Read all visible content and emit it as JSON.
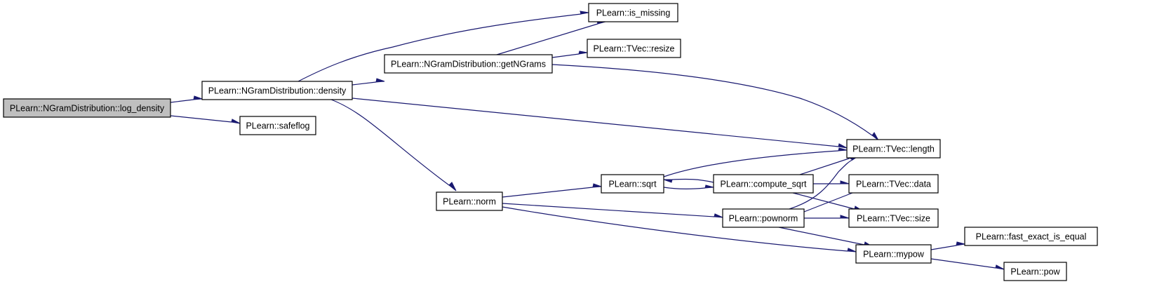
{
  "diagram": {
    "type": "call-graph",
    "colors": {
      "edge": "#191970",
      "node_border": "#000000",
      "node_fill": "#ffffff",
      "root_fill": "#bfbfbf",
      "text": "#000000"
    },
    "nodes": [
      {
        "id": "log_density",
        "label": "PLearn::NGramDistribution::log_density",
        "root": true
      },
      {
        "id": "density",
        "label": "PLearn::NGramDistribution::density"
      },
      {
        "id": "safeflog",
        "label": "PLearn::safeflog"
      },
      {
        "id": "is_missing",
        "label": "PLearn::is_missing"
      },
      {
        "id": "getNGrams",
        "label": "PLearn::NGramDistribution::getNGrams"
      },
      {
        "id": "resize",
        "label": "PLearn::TVec::resize"
      },
      {
        "id": "length",
        "label": "PLearn::TVec::length"
      },
      {
        "id": "norm",
        "label": "PLearn::norm"
      },
      {
        "id": "sqrt",
        "label": "PLearn::sqrt"
      },
      {
        "id": "compute_sqrt",
        "label": "PLearn::compute_sqrt"
      },
      {
        "id": "data",
        "label": "PLearn::TVec::data"
      },
      {
        "id": "pownorm",
        "label": "PLearn::pownorm"
      },
      {
        "id": "size",
        "label": "PLearn::TVec::size"
      },
      {
        "id": "mypow",
        "label": "PLearn::mypow"
      },
      {
        "id": "fast_exact_is_equal",
        "label": "PLearn::fast_exact_is_equal"
      },
      {
        "id": "pow",
        "label": "PLearn::pow"
      }
    ],
    "edges": [
      {
        "from": "log_density",
        "to": "density"
      },
      {
        "from": "log_density",
        "to": "safeflog"
      },
      {
        "from": "density",
        "to": "is_missing"
      },
      {
        "from": "density",
        "to": "getNGrams"
      },
      {
        "from": "density",
        "to": "length"
      },
      {
        "from": "density",
        "to": "norm"
      },
      {
        "from": "getNGrams",
        "to": "is_missing"
      },
      {
        "from": "getNGrams",
        "to": "resize"
      },
      {
        "from": "getNGrams",
        "to": "length"
      },
      {
        "from": "norm",
        "to": "sqrt"
      },
      {
        "from": "norm",
        "to": "pownorm"
      },
      {
        "from": "norm",
        "to": "mypow"
      },
      {
        "from": "sqrt",
        "to": "length"
      },
      {
        "from": "sqrt",
        "to": "compute_sqrt"
      },
      {
        "from": "compute_sqrt",
        "to": "sqrt"
      },
      {
        "from": "compute_sqrt",
        "to": "length"
      },
      {
        "from": "compute_sqrt",
        "to": "data"
      },
      {
        "from": "compute_sqrt",
        "to": "size"
      },
      {
        "from": "pownorm",
        "to": "length"
      },
      {
        "from": "pownorm",
        "to": "data"
      },
      {
        "from": "pownorm",
        "to": "size"
      },
      {
        "from": "pownorm",
        "to": "mypow"
      },
      {
        "from": "mypow",
        "to": "fast_exact_is_equal"
      },
      {
        "from": "mypow",
        "to": "pow"
      }
    ]
  }
}
